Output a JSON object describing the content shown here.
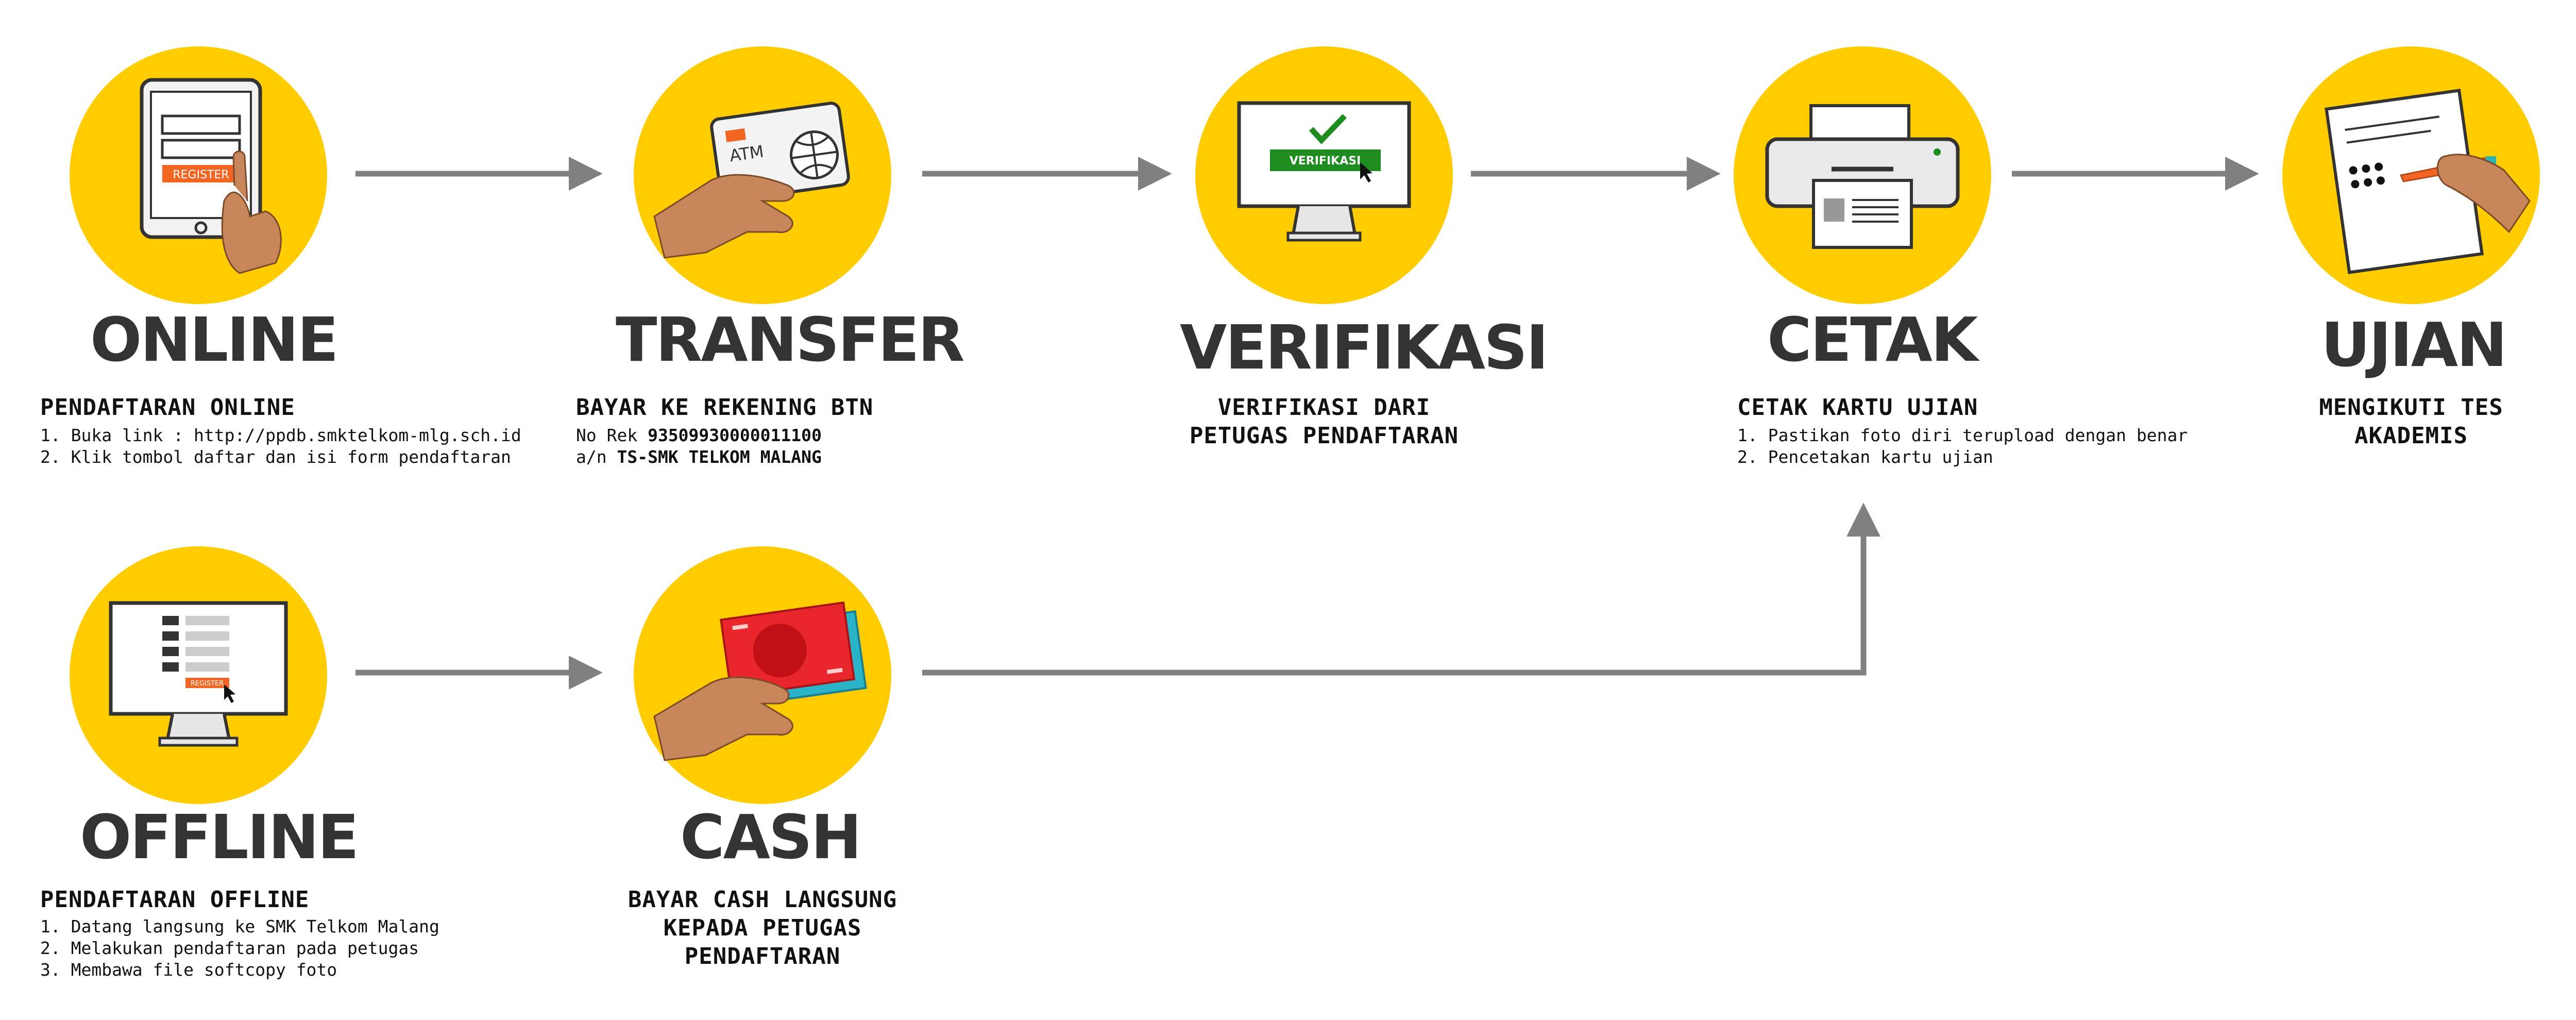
{
  "steps": {
    "online": {
      "title": "ONLINE",
      "subtitle": "PENDAFTARAN ONLINE",
      "lines": [
        "1. Buka link : http://ppdb.smktelkom-mlg.sch.id",
        "2. Klik tombol daftar dan isi form pendaftaran"
      ],
      "icon": "tablet-register-icon",
      "icon_text": "REGISTER"
    },
    "transfer": {
      "title": "TRANSFER",
      "subtitle": "BAYAR KE REKENING BTN",
      "rek_label": "No Rek ",
      "rek_value": "93509930000011100",
      "an_label": "a/n ",
      "an_value": "TS-SMK TELKOM MALANG",
      "icon": "atm-card-hand-icon",
      "icon_text": "ATM"
    },
    "verifikasi": {
      "title": "VERIFIKASI",
      "subtitle_lines": [
        "VERIFIKASI DARI",
        "PETUGAS PENDAFTARAN"
      ],
      "icon": "monitor-verify-icon",
      "icon_text": "VERIFIKASI"
    },
    "cetak": {
      "title": "CETAK",
      "subtitle": "CETAK KARTU UJIAN",
      "lines": [
        "1. Pastikan foto diri terupload dengan benar",
        "2. Pencetakan kartu ujian"
      ],
      "icon": "printer-icon"
    },
    "ujian": {
      "title": "UJIAN",
      "subtitle_lines": [
        "MENGIKUTI TES",
        "AKADEMIS"
      ],
      "icon": "exam-paper-pen-icon"
    },
    "offline": {
      "title": "OFFLINE",
      "subtitle": "PENDAFTARAN OFFLINE",
      "lines": [
        "1. Datang langsung ke SMK Telkom Malang",
        "2. Melakukan pendaftaran pada petugas",
        "3. Membawa file softcopy foto"
      ],
      "icon": "monitor-register-icon",
      "icon_text": "REGISTER"
    },
    "cash": {
      "title": "CASH",
      "subtitle_lines": [
        "BAYAR CASH LANGSUNG",
        "KEPADA PETUGAS",
        "PENDAFTARAN"
      ],
      "icon": "cash-hand-icon"
    }
  },
  "colors": {
    "circle": "#FFCC00",
    "arrow": "#808080",
    "title": "#333333",
    "accent_orange": "#F26522",
    "accent_green": "#1E8C1E",
    "cash_red": "#E8262B"
  }
}
